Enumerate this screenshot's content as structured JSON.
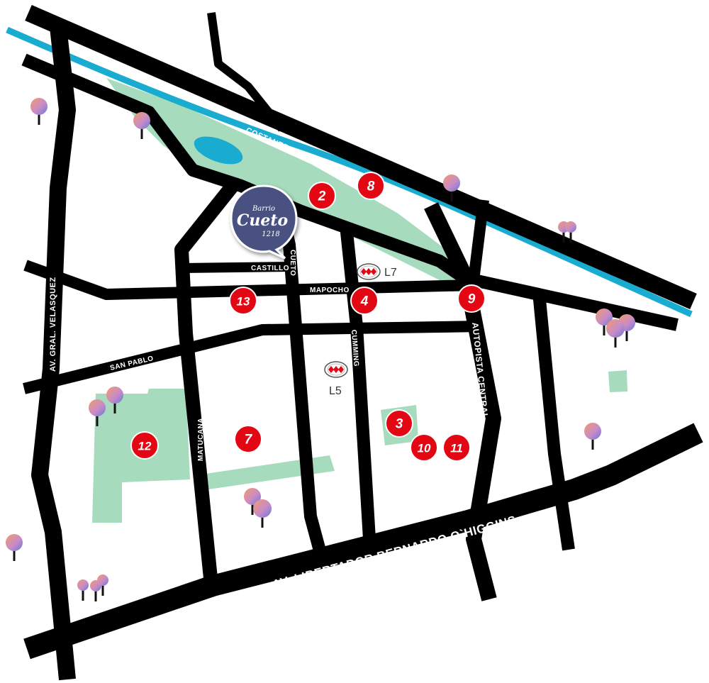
{
  "brand": {
    "line1": "Barrio",
    "line2": "Cueto",
    "line3": "1218",
    "bubble_color": "#4a5181"
  },
  "colors": {
    "road": "#000000",
    "river": "#1aabd0",
    "park": "#a6dbbd",
    "marker": "#e30613",
    "metro_symbol": "#e30613"
  },
  "streets": {
    "costanera_norte": "COSTANERA NORTE",
    "castillo": "CASTILLO",
    "cueto": "CUETO",
    "mapocho": "MAPOCHO",
    "cumming": "CUMMING",
    "autopista_central": "AUTOPISTA CENTRAL",
    "san_pablo": "SAN PABLO",
    "velasquez": "AV. GRAL. VELASQUEZ",
    "matucana": "MATUCANA",
    "ohiggins": "AV. LIBERTADOR BERNARDO O`HIGGINS"
  },
  "metro": {
    "l7": "L7",
    "l5": "L5",
    "icon": "metro-icon"
  },
  "markers": [
    "2",
    "8",
    "13",
    "4",
    "9",
    "3",
    "10",
    "11",
    "12",
    "7"
  ],
  "icons": {
    "tree": "tree-icon",
    "location": "location-bubble-icon"
  }
}
